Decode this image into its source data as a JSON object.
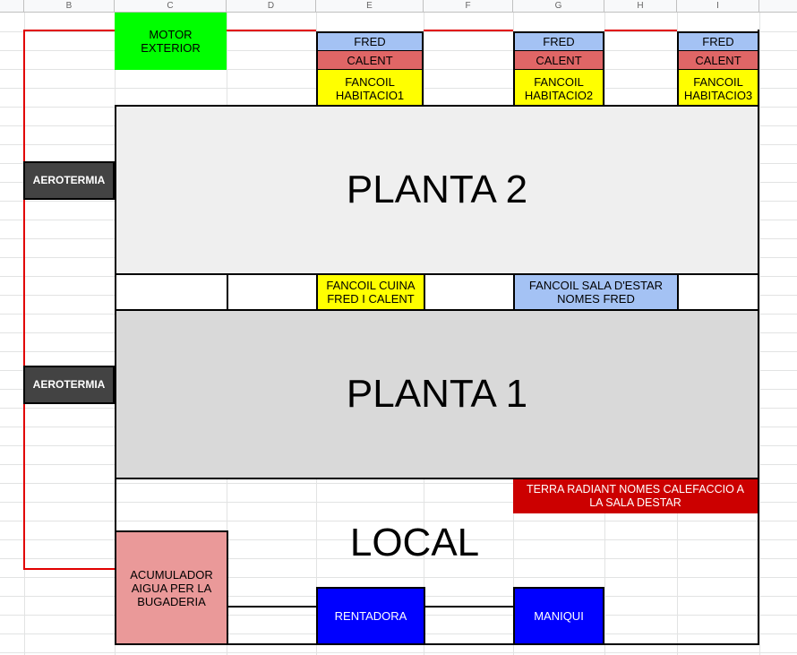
{
  "columns": [
    "B",
    "C",
    "D",
    "E",
    "F",
    "G",
    "H",
    "I"
  ],
  "colors": {
    "fred": "#a4c2f4",
    "calent": "#e06666",
    "fancoil": "#ffff00",
    "motor": "#00ff00",
    "aerotermia": "#434343",
    "planta2": "#efefef",
    "planta1": "#d9d9d9",
    "terra": "#cc0000",
    "acumulador": "#ea9999",
    "blue": "#0000ff",
    "pipe": "#e10000"
  },
  "labels": {
    "motor": "MOTOR\nEXTERIOR",
    "fred": "FRED",
    "calent": "CALENT",
    "fancoil1": "FANCOIL\nHABITACIO1",
    "fancoil2": "FANCOIL\nHABITACIO2",
    "fancoil3": "FANCOIL\nHABITACIO3",
    "aerotermia_top": "AEROTERMIA",
    "aerotermia_bottom": "AEROTERMIA",
    "planta2": "PLANTA 2",
    "planta1": "PLANTA 1",
    "fancoil_cuina": "FANCOIL CUINA\nFRED I CALENT",
    "fancoil_sala": "FANCOIL SALA D'ESTAR\nNOMES FRED",
    "terra": "TERRA RADIANT NOMES CALEFACCIO A\nLA SALA DESTAR",
    "local": "LOCAL",
    "acumulador": "ACUMULADOR\nAIGUA PER LA\nBUGADERIA",
    "rentadora": "RENTADORA",
    "maniqui": "MANIQUI"
  }
}
